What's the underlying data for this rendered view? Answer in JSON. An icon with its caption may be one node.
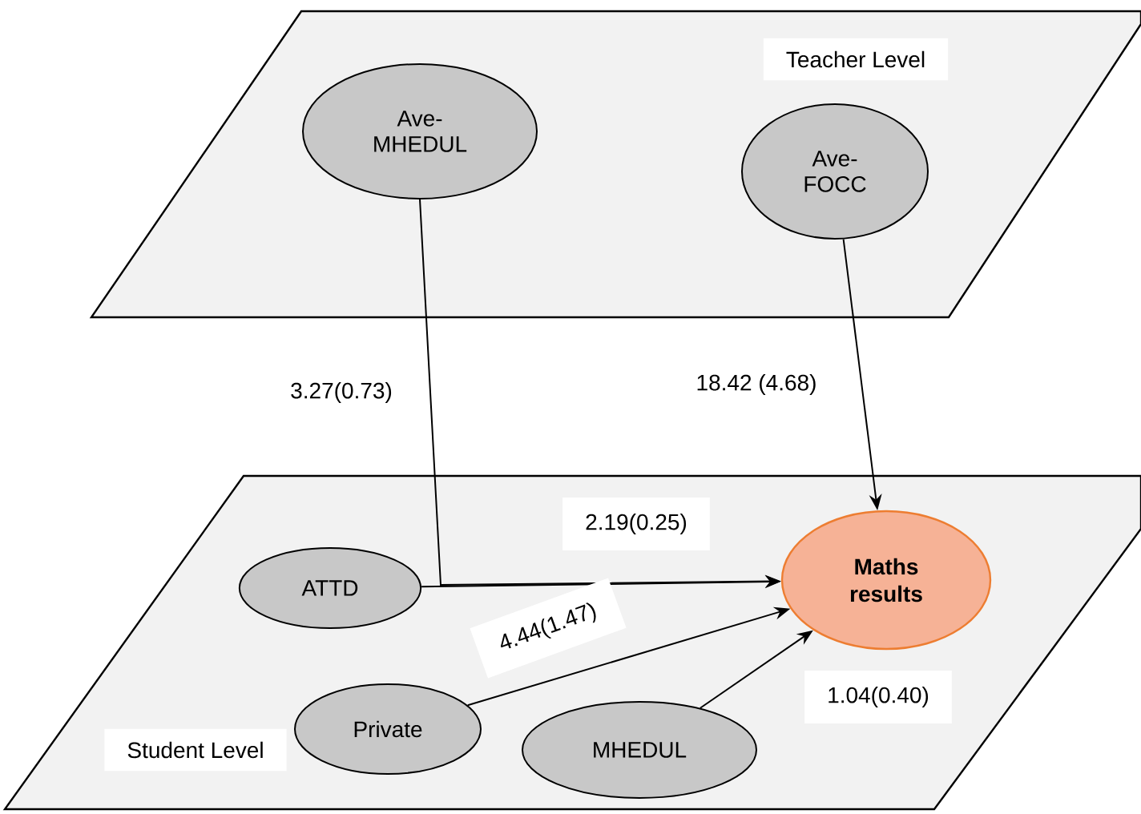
{
  "diagram": {
    "nodes": [
      {
        "text": [
          "Teacher Level"
        ]
      },
      {
        "text": [
          "Ave-MHEDUL"
        ],
        "in": 0
      },
      {
        "text": [
          "Ave-FOCC"
        ],
        "in": 0
      },
      {
        "text": [
          "Student Level"
        ]
      },
      {
        "text": [
          "Maths results"
        ],
        "in": 3
      },
      {
        "text": [
          "ATTD"
        ],
        "in": 3
      },
      {
        "text": [
          "Private"
        ],
        "in": 3
      },
      {
        "text": [
          "MHEDUL"
        ],
        "in": 3
      }
    ],
    "edges": [
      {
        "from": 1,
        "to": 4,
        "arrow": "to",
        "label": "3.27(0.73)"
      },
      {
        "from": 2,
        "to": 4,
        "arrow": "to",
        "label": "18.42 (4.68)"
      },
      {
        "from": 5,
        "to": 4,
        "arrow": "to",
        "label": "2.19(0.25)"
      },
      {
        "from": 6,
        "to": 4,
        "arrow": "to",
        "label": "4.44(1.47)"
      },
      {
        "from": 7,
        "to": 4,
        "arrow": "to",
        "label": "1.04(0.40)"
      }
    ]
  }
}
